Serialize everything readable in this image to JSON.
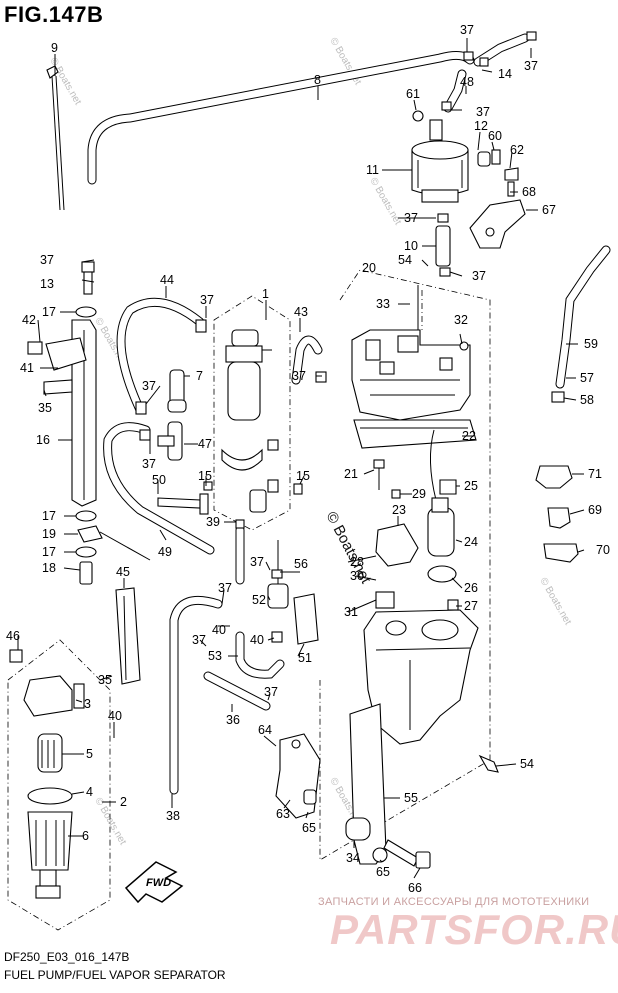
{
  "title": "FIG.147B",
  "model_code": "DF250_E03_016_147B",
  "caption": "FUEL PUMP/FUEL VAPOR SEPARATOR",
  "watermark_ru": "ЗАПЧАСТИ И АКСЕССУАРЫ ДЛЯ МОТОТЕХНИКИ",
  "watermark_logo": "PARTSFOR.RU",
  "watermark_diagonal": "© Boats.net",
  "fwd_label": "FWD",
  "callouts": [
    {
      "id": "c9",
      "label": "9"
    },
    {
      "id": "c8",
      "label": "8"
    },
    {
      "id": "c37a",
      "label": "37"
    },
    {
      "id": "c37b",
      "label": "37"
    },
    {
      "id": "c14",
      "label": "14"
    },
    {
      "id": "c48",
      "label": "48"
    },
    {
      "id": "c37c",
      "label": "37"
    },
    {
      "id": "c61",
      "label": "61"
    },
    {
      "id": "c12",
      "label": "12"
    },
    {
      "id": "c60",
      "label": "60"
    },
    {
      "id": "c62",
      "label": "62"
    },
    {
      "id": "c11",
      "label": "11"
    },
    {
      "id": "c68",
      "label": "68"
    },
    {
      "id": "c67",
      "label": "67"
    },
    {
      "id": "c37d",
      "label": "37"
    },
    {
      "id": "c10",
      "label": "10"
    },
    {
      "id": "c54a",
      "label": "54"
    },
    {
      "id": "c37e",
      "label": "37"
    },
    {
      "id": "c20",
      "label": "20"
    },
    {
      "id": "c37f",
      "label": "37"
    },
    {
      "id": "c13",
      "label": "13"
    },
    {
      "id": "c44",
      "label": "44"
    },
    {
      "id": "c37g",
      "label": "37"
    },
    {
      "id": "c1",
      "label": "1"
    },
    {
      "id": "c43",
      "label": "43"
    },
    {
      "id": "c33",
      "label": "33"
    },
    {
      "id": "c32",
      "label": "32"
    },
    {
      "id": "c59",
      "label": "59"
    },
    {
      "id": "c17a",
      "label": "17"
    },
    {
      "id": "c42",
      "label": "42"
    },
    {
      "id": "c41",
      "label": "41"
    },
    {
      "id": "c37h",
      "label": "37"
    },
    {
      "id": "c7",
      "label": "7"
    },
    {
      "id": "c37i",
      "label": "37"
    },
    {
      "id": "c57",
      "label": "57"
    },
    {
      "id": "c58",
      "label": "58"
    },
    {
      "id": "c35a",
      "label": "35"
    },
    {
      "id": "c16",
      "label": "16"
    },
    {
      "id": "c47",
      "label": "47"
    },
    {
      "id": "c22",
      "label": "22"
    },
    {
      "id": "c37j",
      "label": "37"
    },
    {
      "id": "c21",
      "label": "21"
    },
    {
      "id": "c25",
      "label": "25"
    },
    {
      "id": "c71",
      "label": "71"
    },
    {
      "id": "c15a",
      "label": "15"
    },
    {
      "id": "c15b",
      "label": "15"
    },
    {
      "id": "c50",
      "label": "50"
    },
    {
      "id": "c29",
      "label": "29"
    },
    {
      "id": "c17b",
      "label": "17"
    },
    {
      "id": "c39",
      "label": "39"
    },
    {
      "id": "c23",
      "label": "23"
    },
    {
      "id": "c69",
      "label": "69"
    },
    {
      "id": "c19",
      "label": "19"
    },
    {
      "id": "c24",
      "label": "24"
    },
    {
      "id": "c17c",
      "label": "17"
    },
    {
      "id": "c49",
      "label": "49"
    },
    {
      "id": "c28",
      "label": "28"
    },
    {
      "id": "c70",
      "label": "70"
    },
    {
      "id": "c18",
      "label": "18"
    },
    {
      "id": "c37k",
      "label": "37"
    },
    {
      "id": "c56",
      "label": "56"
    },
    {
      "id": "c30",
      "label": "30"
    },
    {
      "id": "c45",
      "label": "45"
    },
    {
      "id": "c37l",
      "label": "37"
    },
    {
      "id": "c26",
      "label": "26"
    },
    {
      "id": "c52",
      "label": "52"
    },
    {
      "id": "c27",
      "label": "27"
    },
    {
      "id": "c40a",
      "label": "40"
    },
    {
      "id": "c31",
      "label": "31"
    },
    {
      "id": "c46",
      "label": "46"
    },
    {
      "id": "c37m",
      "label": "37"
    },
    {
      "id": "c40b",
      "label": "40"
    },
    {
      "id": "c53",
      "label": "53"
    },
    {
      "id": "c51",
      "label": "51"
    },
    {
      "id": "c35b",
      "label": "35"
    },
    {
      "id": "c37n",
      "label": "37"
    },
    {
      "id": "c3",
      "label": "3"
    },
    {
      "id": "c40c",
      "label": "40"
    },
    {
      "id": "c36",
      "label": "36"
    },
    {
      "id": "c64",
      "label": "64"
    },
    {
      "id": "c5",
      "label": "5"
    },
    {
      "id": "c54b",
      "label": "54"
    },
    {
      "id": "c4",
      "label": "4"
    },
    {
      "id": "c2",
      "label": "2"
    },
    {
      "id": "c55",
      "label": "55"
    },
    {
      "id": "c6",
      "label": "6"
    },
    {
      "id": "c38",
      "label": "38"
    },
    {
      "id": "c63",
      "label": "63"
    },
    {
      "id": "c65",
      "label": "65"
    },
    {
      "id": "c34",
      "label": "34"
    },
    {
      "id": "c65b",
      "label": "65"
    },
    {
      "id": "c66",
      "label": "66"
    }
  ]
}
